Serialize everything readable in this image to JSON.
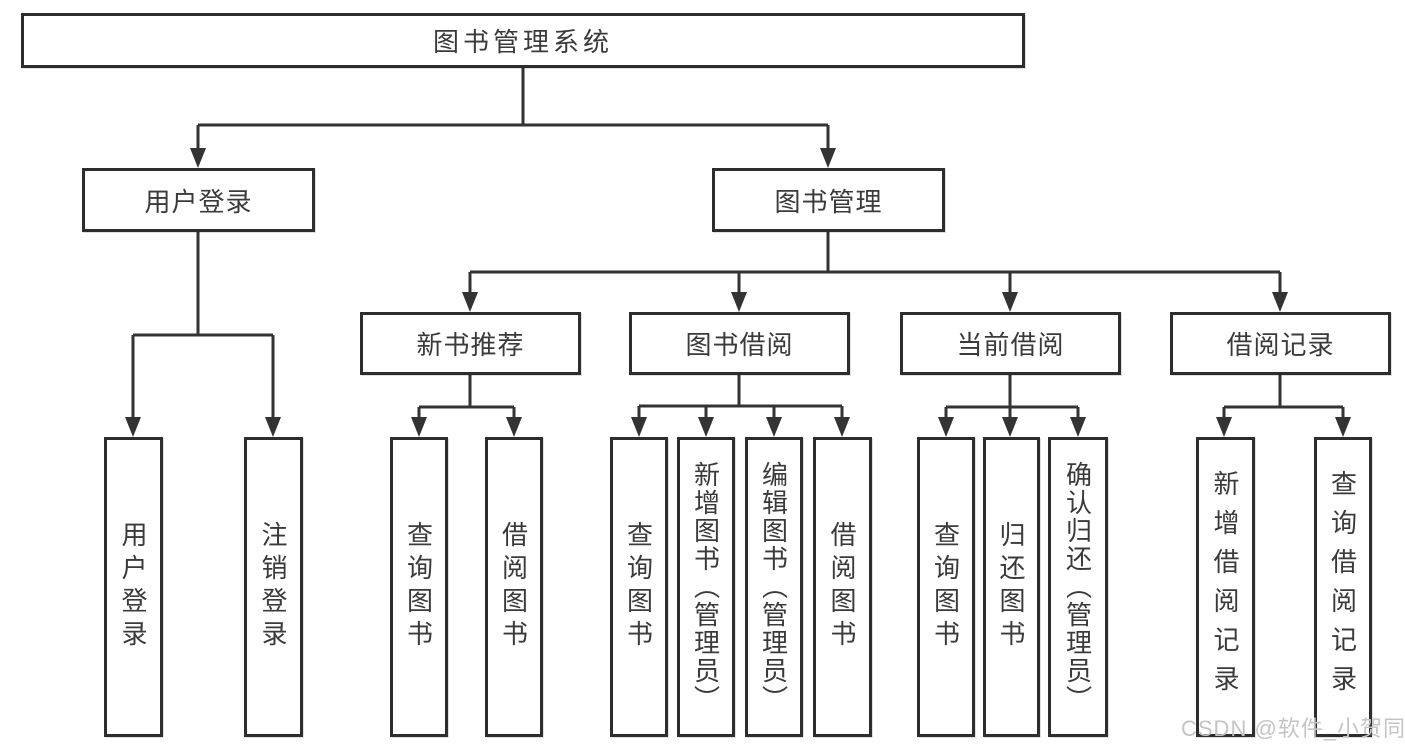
{
  "nodes": {
    "root": {
      "label": "图书管理系统"
    },
    "user_login": {
      "label": "用户登录"
    },
    "book_management": {
      "label": "图书管理"
    },
    "leaf_user_login": {
      "label": "用户登录"
    },
    "leaf_logout": {
      "label": "注销登录"
    },
    "new_book_recommend": {
      "label": "新书推荐"
    },
    "book_borrowing": {
      "label": "图书借阅"
    },
    "current_borrowing": {
      "label": "当前借阅"
    },
    "borrowing_records": {
      "label": "借阅记录"
    },
    "nbr_query_books": {
      "label": "查询图书"
    },
    "nbr_borrow_books": {
      "label": "借阅图书"
    },
    "bb_query_books": {
      "label": "查询图书"
    },
    "bb_add_books": {
      "label": "新增图书（管理员）"
    },
    "bb_edit_books": {
      "label": "编辑图书（管理员）"
    },
    "bb_borrow_books": {
      "label": "借阅图书"
    },
    "cb_query_books": {
      "label": "查询图书"
    },
    "cb_return_books": {
      "label": "归还图书"
    },
    "cb_confirm_return": {
      "label": "确认归还（管理员）"
    },
    "br_add_record": {
      "label": "新增借阅记录"
    },
    "br_query_record": {
      "label": "查询借阅记录"
    }
  },
  "watermark": {
    "text": "CSDN @软件_小贺同学"
  },
  "colors": {
    "background": "#ffffff",
    "box_border": "#2d2d2d",
    "connector": "#333333",
    "text": "#3a3a3a",
    "watermark": "#c4c4c4"
  }
}
